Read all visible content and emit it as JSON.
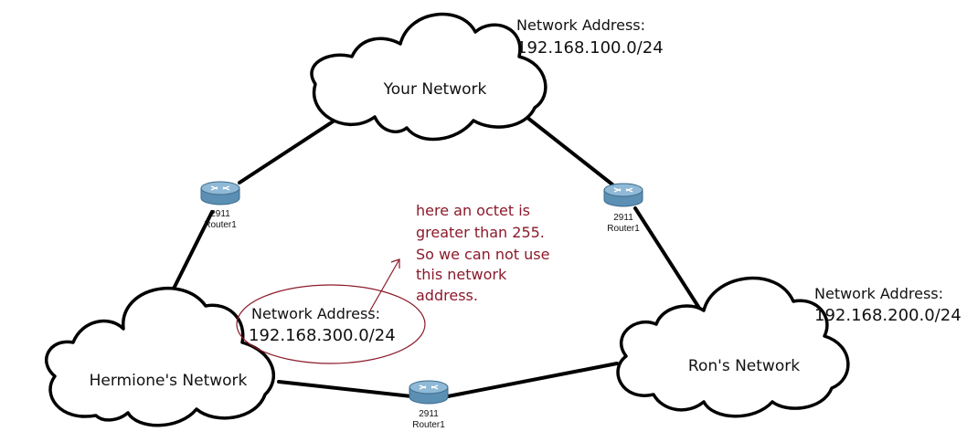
{
  "colors": {
    "link": "#000000",
    "cloud_stroke": "#000000",
    "router_body": "#5b8fb3",
    "note_text": "#8b1a2b",
    "note_ellipse": "#8b1a2b"
  },
  "clouds": {
    "your": {
      "label": "Your Network",
      "address_heading": "Network Address:",
      "address": "192.168.100.0/24"
    },
    "ron": {
      "label": "Ron's Network",
      "address_heading": "Network Address:",
      "address": "192.168.200.0/24"
    },
    "hermione": {
      "label": "Hermione's Network",
      "address_heading": "Network Address:",
      "address": "192.168.300.0/24"
    }
  },
  "routers": {
    "left": {
      "model": "2911",
      "name": "Router1",
      "icon": "router-icon"
    },
    "right": {
      "model": "2911",
      "name": "Router1",
      "icon": "router-icon"
    },
    "bottom": {
      "model": "2911",
      "name": "Router1",
      "icon": "router-icon"
    }
  },
  "note": {
    "lines": [
      "here an octet is",
      "greater than 255.",
      "So we can not use",
      "this network",
      "address."
    ]
  }
}
